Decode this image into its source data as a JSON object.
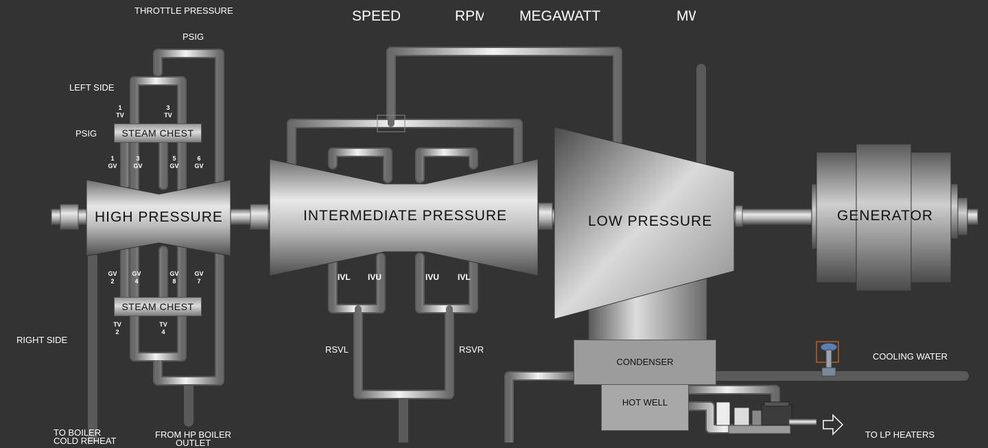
{
  "header": {
    "speed_label": "SPEED",
    "rpm_label": "RPM",
    "megawatt_label": "MEGAWATT",
    "mw_label": "MW"
  },
  "labels": {
    "throttle_pressure": "THROTTLE PRESSURE",
    "psig_top": "PSIG",
    "left_side": "LEFT SIDE",
    "psig_left": "PSIG",
    "right_side": "RIGHT SIDE",
    "to_boiler": "TO BOILER",
    "cold_reheat": "COLD REHEAT",
    "from_hp_boiler": "FROM HP BOILER",
    "outlet": "OUTLET",
    "cooling_water": "COOLING WATER",
    "to_lp_heaters": "TO LP HEATERS",
    "rsvl": "RSVL",
    "rsvr": "RSVR"
  },
  "valves_top": [
    {
      "line1": "1",
      "line2": "TV"
    },
    {
      "line1": "3",
      "line2": "TV"
    }
  ],
  "gv_top": [
    {
      "line1": "1",
      "line2": "GV"
    },
    {
      "line1": "3",
      "line2": "GV"
    },
    {
      "line1": "5",
      "line2": "GV"
    },
    {
      "line1": "6",
      "line2": "GV"
    }
  ],
  "gv_bottom": [
    {
      "line1": "GV",
      "line2": "2"
    },
    {
      "line1": "GV",
      "line2": "4"
    },
    {
      "line1": "GV",
      "line2": "8"
    },
    {
      "line1": "GV",
      "line2": "7"
    }
  ],
  "tv_bottom": [
    {
      "line1": "TV",
      "line2": "2"
    },
    {
      "line1": "TV",
      "line2": "4"
    }
  ],
  "iv_labels": [
    "IVL",
    "IVU",
    "IVU",
    "IVL"
  ],
  "equipment": {
    "steam_chest_top": "STEAM CHEST",
    "steam_chest_bottom": "STEAM CHEST",
    "high_pressure": "HIGH PRESSURE",
    "intermediate_pressure": "INTERMEDIATE PRESSURE",
    "low_pressure": "LOW PRESSURE",
    "generator": "GENERATOR",
    "condenser": "CONDENSER",
    "hot_well": "HOT WELL"
  }
}
